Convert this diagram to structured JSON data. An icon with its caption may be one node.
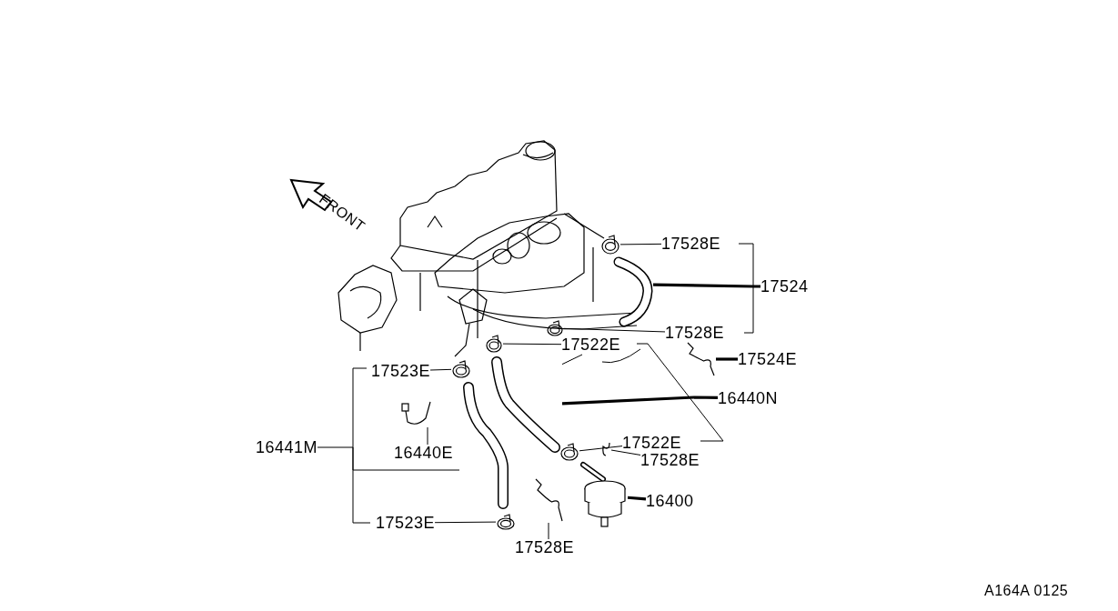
{
  "diagram": {
    "nodes": [
      {
        "text": [
          "17528E"
        ]
      },
      {
        "text": [
          "17524"
        ]
      },
      {
        "text": [
          "17528E"
        ]
      },
      {
        "text": [
          "17522E"
        ]
      },
      {
        "text": [
          "17524E"
        ]
      },
      {
        "text": [
          "17523E"
        ]
      },
      {
        "text": [
          "16440N"
        ]
      },
      {
        "text": [
          "16441M"
        ]
      },
      {
        "text": [
          "16440E"
        ]
      },
      {
        "text": [
          "17522E"
        ]
      },
      {
        "text": [
          "17528E"
        ]
      },
      {
        "text": [
          "16400"
        ]
      },
      {
        "text": [
          "17523E"
        ]
      },
      {
        "text": [
          "17528E"
        ]
      },
      {
        "text": [],
        "shape": "picture"
      },
      {
        "text": [],
        "shape": "picture"
      },
      {
        "text": [],
        "shape": "picture"
      },
      {
        "text": [],
        "shape": "picture"
      },
      {
        "text": [],
        "shape": "picture"
      },
      {
        "text": [],
        "shape": "picture"
      },
      {
        "text": [],
        "shape": "picture"
      },
      {
        "text": [],
        "shape": "picture"
      },
      {
        "text": [],
        "shape": "picture"
      },
      {
        "text": [],
        "shape": "picture"
      },
      {
        "text": [],
        "shape": "picture"
      },
      {
        "text": [],
        "shape": "picture"
      },
      {
        "text": [],
        "shape": "picture"
      },
      {
        "text": [],
        "shape": "picture"
      }
    ],
    "edges": [
      {
        "from": 0,
        "to": 14,
        "arrow": "none"
      },
      {
        "from": 1,
        "to": 15,
        "arrow": "none",
        "style": "thick"
      },
      {
        "from": 2,
        "to": 16,
        "arrow": "none"
      },
      {
        "from": 3,
        "to": 17,
        "arrow": "none"
      },
      {
        "from": 4,
        "to": 18,
        "arrow": "none",
        "style": "thick"
      },
      {
        "from": 5,
        "to": 19,
        "arrow": "none"
      },
      {
        "from": 6,
        "to": 20,
        "arrow": "none",
        "style": "thick"
      },
      {
        "from": 7,
        "to": 21,
        "arrow": "none"
      },
      {
        "from": 8,
        "to": 22,
        "arrow": "none"
      },
      {
        "from": 9,
        "to": 23,
        "arrow": "none"
      },
      {
        "from": 10,
        "to": 24,
        "arrow": "none"
      },
      {
        "from": 11,
        "to": 25,
        "arrow": "none",
        "style": "thick"
      },
      {
        "from": 12,
        "to": 26,
        "arrow": "none"
      },
      {
        "from": 13,
        "to": 27,
        "arrow": "none"
      },
      {
        "from": 3,
        "to": 20,
        "arrow": "none"
      }
    ],
    "labels": [
      "FRONT",
      "A164A 0125"
    ]
  }
}
